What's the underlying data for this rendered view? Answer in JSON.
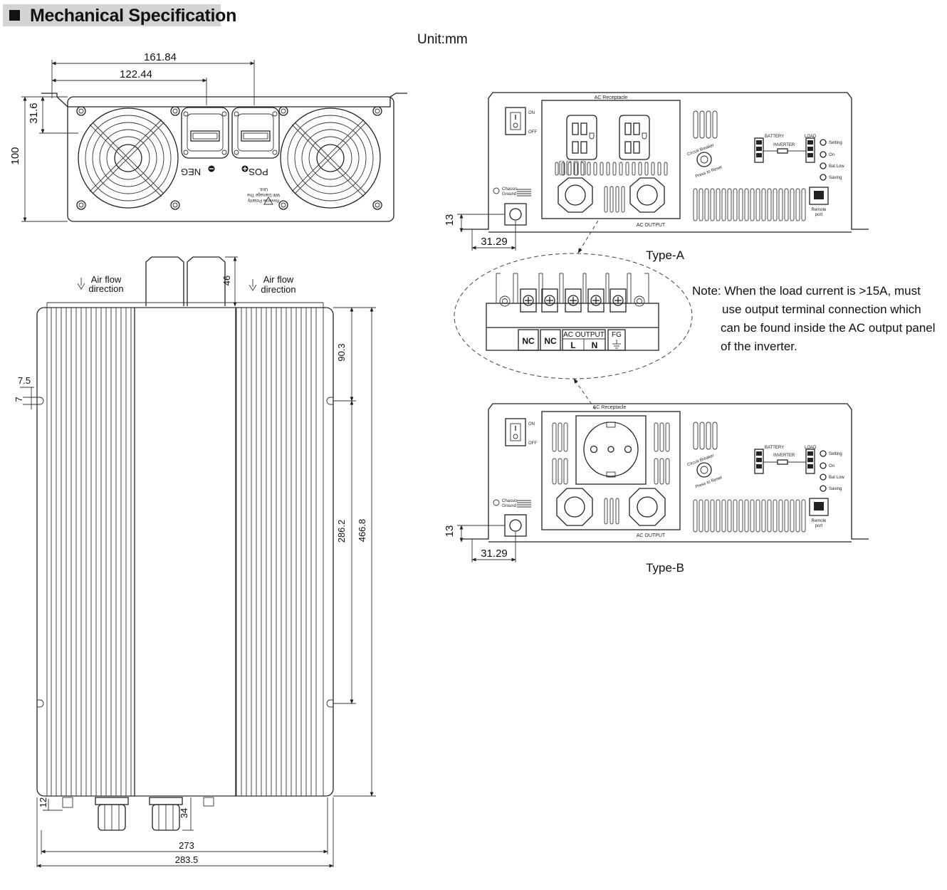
{
  "header": {
    "title": "Mechanical Specification"
  },
  "unit": "Unit:mm",
  "front_view": {
    "dims": {
      "width_outer": "161.84",
      "width_inner": "122.44",
      "height_top": "31.6",
      "height_total": "100"
    },
    "terminal_neg": "NEG",
    "terminal_pos": "POS",
    "warning": [
      "Reverse Polarity",
      "Will Damage The",
      "Unit."
    ]
  },
  "top_view": {
    "airflow_left": [
      "Air flow",
      "direction"
    ],
    "airflow_right": [
      "Air flow",
      "direction"
    ],
    "dims": {
      "terminal_h": "46",
      "hole_top": "90.3",
      "hole_span": "286.2",
      "length": "466.8",
      "slot_w": "7.5",
      "slot_h": "7",
      "bottom_12": "12",
      "bottom_34": "34",
      "inner_w": "273",
      "outer_w": "283.5"
    }
  },
  "type_a": {
    "label": "Type-A",
    "ac_receptacle": "AC Receptacle",
    "ac_output": "AC OUTPUT",
    "switch_on": "ON",
    "switch_off": "OFF",
    "chassis": [
      "Chassis",
      "Ground"
    ],
    "breaker": [
      "Circuit Breaker",
      "Press to Reset"
    ],
    "battery": "BATTERY",
    "inverter": "INVERTER",
    "load": "LOAD",
    "leds": [
      "Setting",
      "On",
      "Bat Low",
      "Saving"
    ],
    "remote": [
      "Remote",
      "port"
    ],
    "dim_h": "13",
    "dim_w": "31.29"
  },
  "terminal_block": {
    "nc1": "NC",
    "nc2": "NC",
    "ac_output": "AC OUTPUT",
    "fg": "FG",
    "l": "L",
    "n": "N"
  },
  "note": {
    "lines": [
      "Note: When the load current is >15A, must",
      "use output terminal connection which",
      "can be found inside the AC output panel",
      "of the inverter."
    ]
  },
  "type_b": {
    "label": "Type-B",
    "ac_receptacle": "AC Receptacle",
    "ac_output": "AC OUTPUT",
    "switch_on": "ON",
    "switch_off": "OFF",
    "chassis": [
      "Chassis",
      "Ground"
    ],
    "breaker": [
      "Circuit Breaker",
      "Press to Reset"
    ],
    "battery": "BATTERY",
    "inverter": "INVERTER",
    "load": "LOAD",
    "leds": [
      "Setting",
      "On",
      "Bat Low",
      "Saving"
    ],
    "remote": [
      "Remote",
      "port"
    ],
    "dim_h": "13",
    "dim_w": "31.29"
  }
}
